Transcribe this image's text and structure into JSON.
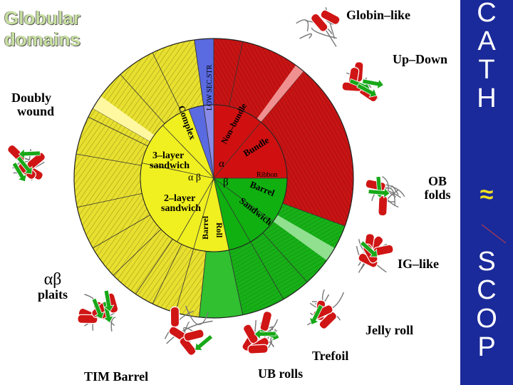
{
  "title_lines": [
    "Globular",
    "domains"
  ],
  "sidebar": {
    "letters_top": [
      "C",
      "A",
      "T",
      "H"
    ],
    "approx": "≈",
    "letters_bottom": [
      "S",
      "C",
      "O",
      "P"
    ],
    "bg_color": "#1a2a9a"
  },
  "wheel": {
    "inner_labels": {
      "three_layer": [
        "3–layer",
        "sandwich"
      ],
      "two_layer": [
        "2–layer",
        "sandwich"
      ],
      "alpha_beta": "α β",
      "alpha": "α",
      "beta": "β"
    },
    "arch_labels": [
      "LOW SEC.STR",
      "Complex",
      "Non–bundle",
      "Bundle",
      "Ribbon",
      "Barrel",
      "Sandwich",
      "Barrel",
      "Roll"
    ],
    "colors": {
      "alpha": "#d01010",
      "beta": "#10b010",
      "alpha_beta": "#f0f020",
      "low_sec": "#5a6ae0"
    }
  },
  "fold_labels": {
    "globin_like": "Globin–like",
    "up_down": "Up–Down",
    "doubly_wound": [
      "Doubly",
      "wound"
    ],
    "ob_folds": [
      "OB",
      "folds"
    ],
    "ig_like": "IG–like",
    "ab_plaits": [
      "αβ",
      "plaits"
    ],
    "jelly_roll": "Jelly roll",
    "trefoil": "Trefoil",
    "tim_barrel": "TIM Barrel",
    "ub_rolls": "UB rolls"
  },
  "structure_icons": [
    "globin-protein-icon",
    "up-down-protein-icon",
    "doubly-wound-protein-icon",
    "ob-fold-protein-icon",
    "ig-like-protein-icon",
    "ab-plait-protein-icon",
    "jelly-roll-protein-icon",
    "trefoil-protein-icon",
    "tim-barrel-protein-icon",
    "ub-roll-protein-icon"
  ]
}
